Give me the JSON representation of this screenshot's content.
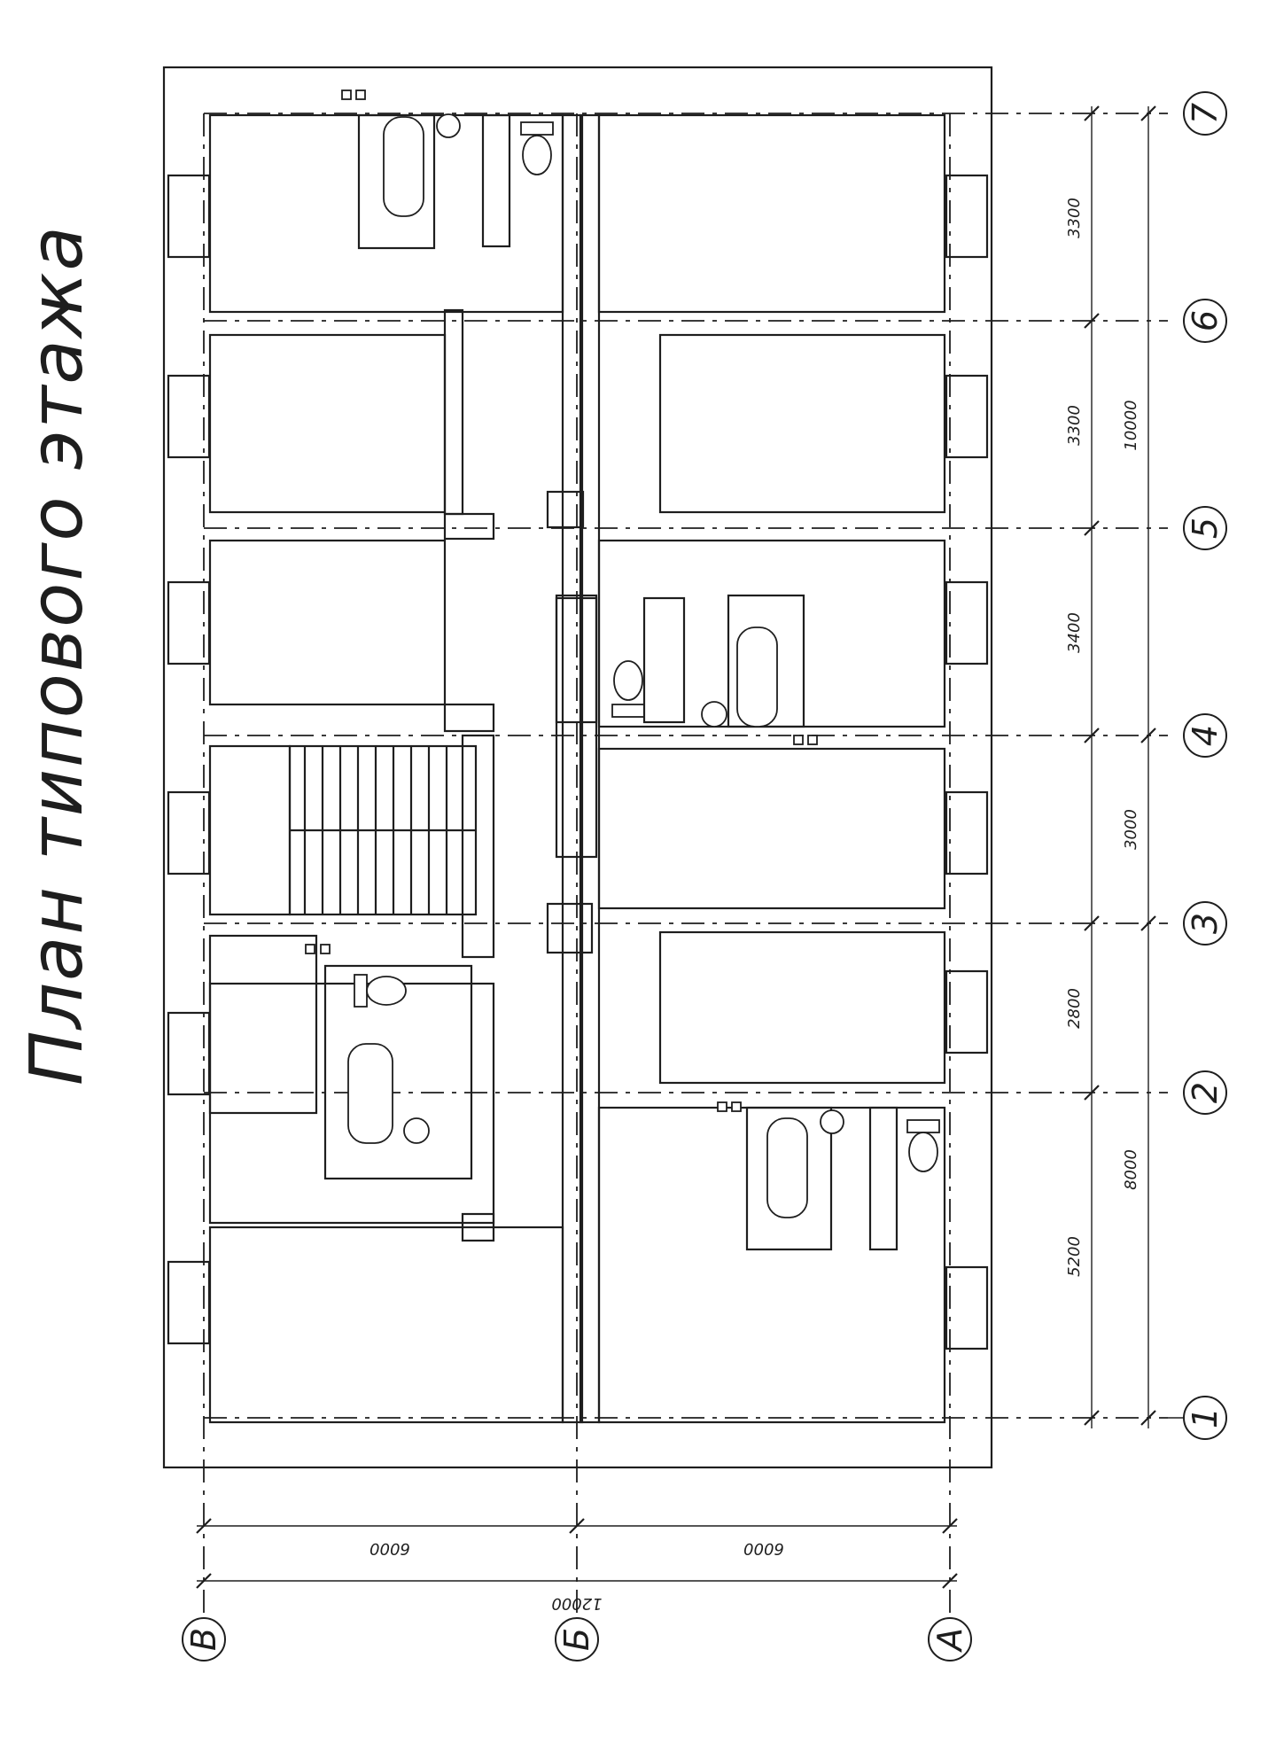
{
  "title": "План типового этажа",
  "axes": {
    "rows": [
      "1",
      "2",
      "3",
      "4",
      "5",
      "6",
      "7"
    ],
    "cols": [
      "В",
      "Б",
      "А"
    ]
  },
  "dimensions": {
    "segments": [
      "5200",
      "2800",
      "3400",
      "3300",
      "3300"
    ],
    "groups": [
      "8000",
      "3000",
      "10000"
    ],
    "cols": [
      "6000",
      "6000"
    ],
    "total": "12000"
  }
}
